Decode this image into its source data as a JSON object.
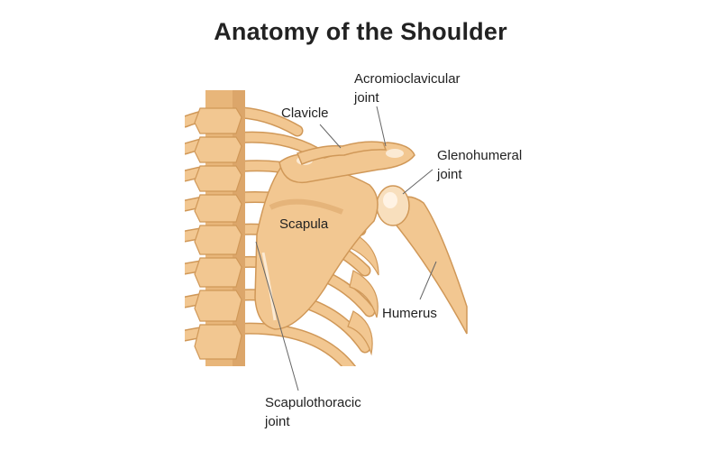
{
  "title": "Anatomy of the Shoulder",
  "colors": {
    "bone": "#f2c791",
    "bone_shadow": "#dca66a",
    "bone_highlight": "#fbead4",
    "outline": "#d09858",
    "leader_line": "#666666",
    "text": "#222222",
    "background": "#ffffff"
  },
  "labels": {
    "acromioclavicular": {
      "line1": "Acromioclavicular",
      "line2": "joint"
    },
    "clavicle": {
      "line1": "Clavicle"
    },
    "glenohumeral": {
      "line1": "Glenohumeral",
      "line2": "joint"
    },
    "scapula": {
      "line1": "Scapula"
    },
    "humerus": {
      "line1": "Humerus"
    },
    "scapulothoracic": {
      "line1": "Scapulothoracic",
      "line2": "joint"
    }
  }
}
